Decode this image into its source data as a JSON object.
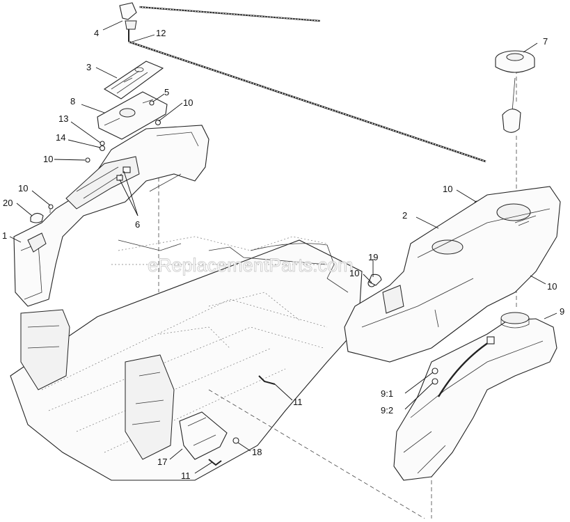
{
  "watermark": "eReplacementParts.com",
  "callouts": [
    "4",
    "12",
    "3",
    "7",
    "8",
    "5",
    "10",
    "13",
    "14",
    "10",
    "10",
    "20",
    "1",
    "6",
    "10",
    "2",
    "19",
    "10",
    "10",
    "9",
    "9:1",
    "9:2",
    "11",
    "17",
    "18",
    "11"
  ]
}
